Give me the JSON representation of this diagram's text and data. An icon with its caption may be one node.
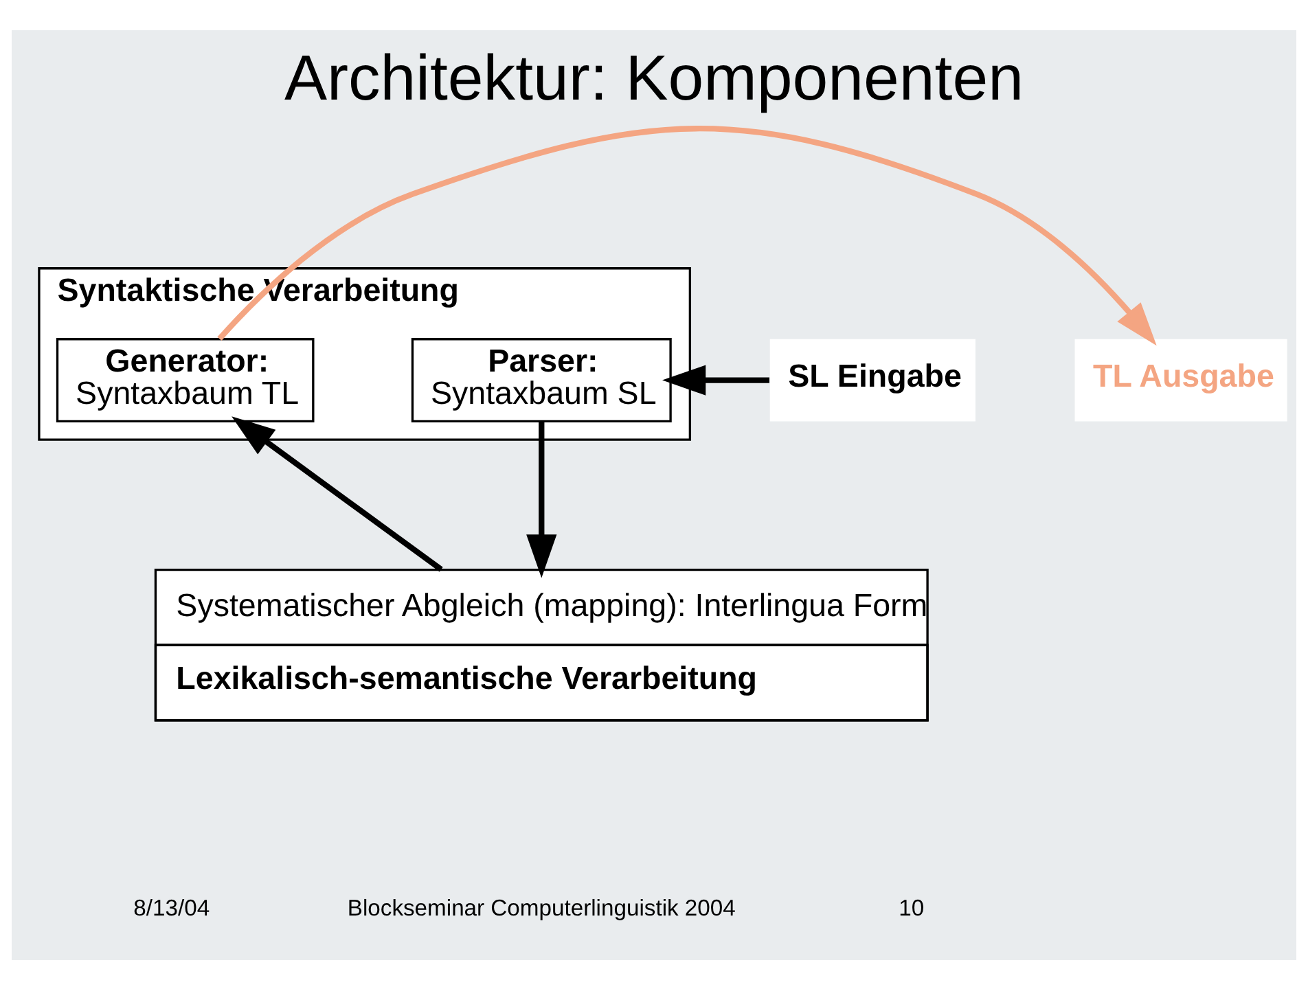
{
  "diagram": {
    "title": "Architektur: Komponenten",
    "nodes": [
      {
        "text": [
          "Syntaktische Verarbeitung"
        ]
      },
      {
        "text": [
          "Parser:",
          "Syntaxbaum SL"
        ],
        "in": 0
      },
      {
        "text": [
          "Generator:",
          "Syntaxbaum TL"
        ],
        "in": 0
      },
      {
        "text": [
          "Systematischer Abgleich (mapping): Interlingua Form",
          "Lexikalisch-semantische Verarbeitung"
        ]
      },
      {
        "text": [
          "SL Eingabe"
        ]
      },
      {
        "text": [
          "TL Ausgabe"
        ]
      }
    ],
    "edges": [
      {
        "from": 4,
        "to": 1,
        "arrow": "to"
      },
      {
        "from": 1,
        "to": 3,
        "arrow": "to"
      },
      {
        "from": 3,
        "to": 2,
        "arrow": "to"
      },
      {
        "from": 2,
        "to": 5,
        "arrow": "to",
        "color": "#f4a582"
      }
    ],
    "labels": [
      "8/13/04",
      "Blockseminar Computerlinguistik 2004",
      "10"
    ]
  }
}
